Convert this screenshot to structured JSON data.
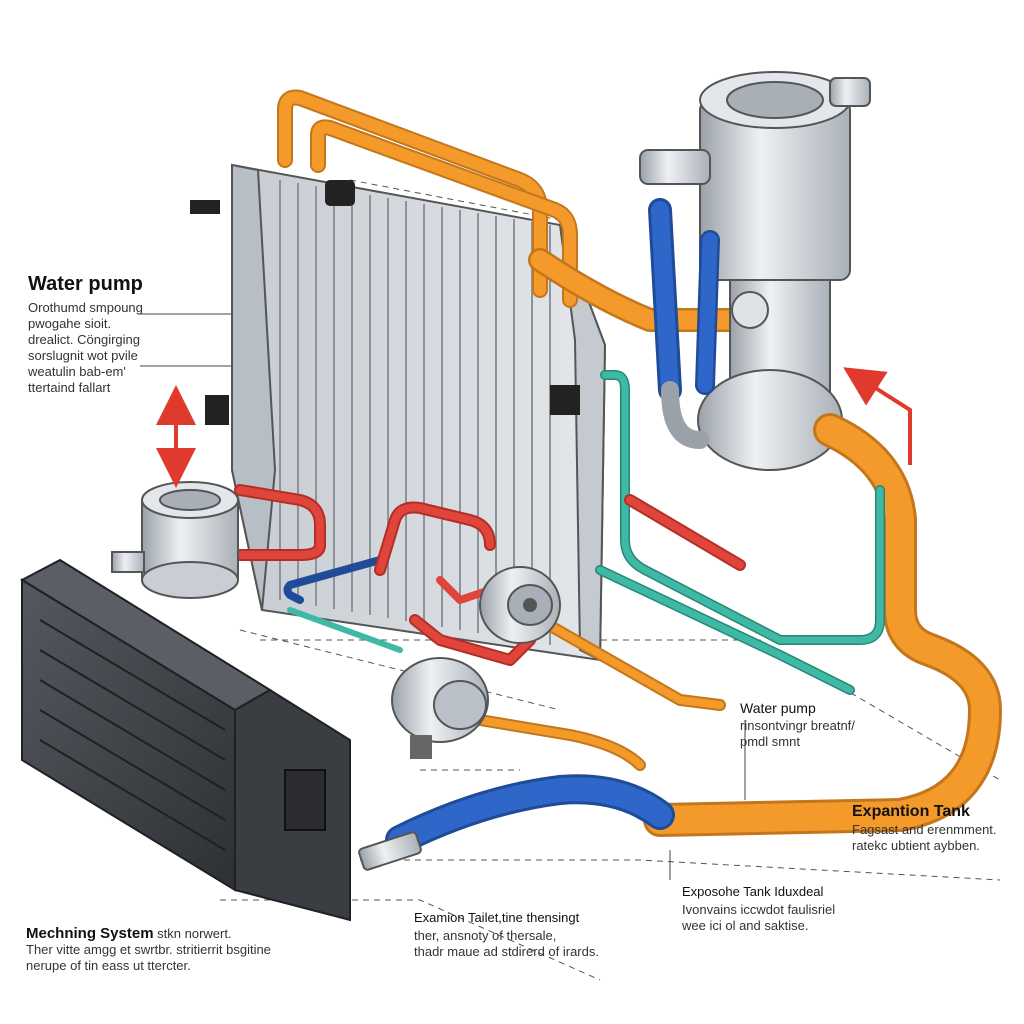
{
  "labels": {
    "left_pump": {
      "title": "Water pump",
      "lines": [
        "Orothumd smpoung",
        "pwogahe sioit.",
        "drealict. Cöngirging",
        "sorslugnit wot pvile",
        "weatulin bab-em'",
        "ttertaind fallart"
      ]
    },
    "mid_pump": {
      "title": "Water pump",
      "lines": [
        "rinsontvingr breatnf/",
        "pmdl smnt"
      ]
    },
    "expansion_tank": {
      "title": "Expantion Tank",
      "lines": [
        "Fagsast and erenmment.",
        "ratekc ubtient aybben."
      ]
    },
    "expansion_tank_2": {
      "title": "Exposohe Tank Iduxdeal",
      "lines": [
        "Ivonvains iccwdot faulisriel",
        "wee ici ol and saktise."
      ]
    },
    "expansion_tailet": {
      "title": "Examion Tailet,tine thensingt",
      "lines": [
        "ther, ansnoty of thersale,",
        "thadr maue ad stdirerd of irards."
      ]
    },
    "meching": {
      "title": "Mechning System",
      "title_suffix": "stkn norwert.",
      "lines": [
        "Ther vitte amgg et swrtbr. stritierrit bsgitine",
        "nerupe of tin eass ut ttercter."
      ]
    }
  },
  "colors": {
    "orange_hose": "#f39a2a",
    "blue_hose": "#2f66c9",
    "teal_hose": "#3fb8a4",
    "red_hose": "#e0453b",
    "metal": "#cfd4da",
    "dark_unit": "#3a3d42",
    "arrow": "#e03a2f"
  },
  "icons": [
    "radiator-icon",
    "water-pump-icon",
    "expansion-tank-icon",
    "heater-core-icon",
    "thermostat-icon"
  ]
}
